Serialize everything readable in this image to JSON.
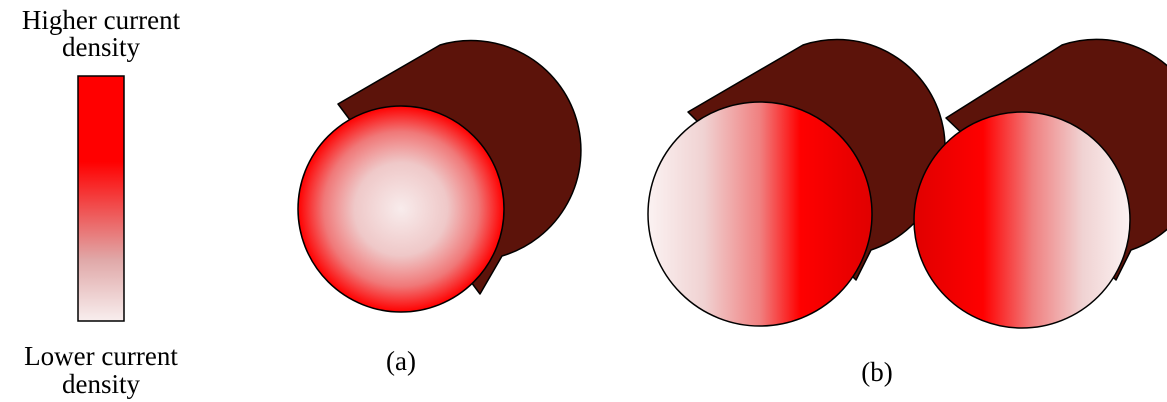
{
  "legend": {
    "top_label_line1": "Higher current",
    "top_label_line2": "density",
    "bottom_label_line1": "Lower current",
    "bottom_label_line2": "density",
    "color_high": "#ff0000",
    "color_low": "#f8eeee"
  },
  "panels": {
    "a": {
      "caption": "(a)",
      "distribution": "high at rim, low at center"
    },
    "b": {
      "caption": "(b)",
      "distribution": "high on facing sides of two conductors"
    }
  },
  "colors": {
    "cylinder_body": "#5c130a",
    "current_high": "#ff0000",
    "current_mid": "#e8a0a0",
    "current_low": "#f8f0f0",
    "outline": "#000000"
  }
}
